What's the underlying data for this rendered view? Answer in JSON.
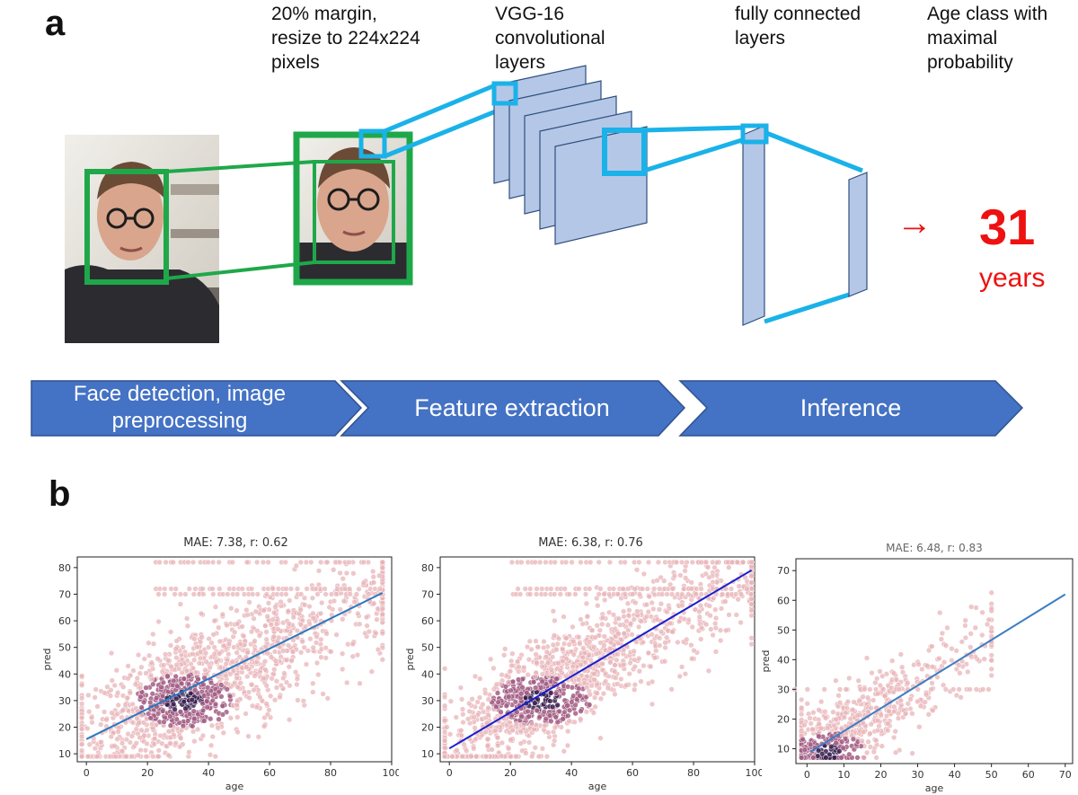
{
  "panel_a": {
    "letter": "a",
    "captions": {
      "margin": "20% margin,\nresize to 224x224\npixels",
      "vgg": "VGG-16\nconvolutional\nlayers",
      "fc": "fully connected\nlayers",
      "age": "Age class with\nmaximal\nprobability"
    },
    "result_value": "31",
    "result_unit": "years",
    "arrow": "→",
    "stages": [
      "Face detection, image\npreprocessing",
      "Feature extraction",
      "Inference"
    ],
    "colors": {
      "box_green": "#1fa84a",
      "link_cyan": "#1ab2e8",
      "layer_fill": "#b4c7e7",
      "layer_stroke": "#2f4f7f",
      "stage_fill": "#4472c4",
      "result_red": "#ee1111"
    }
  },
  "panel_b": {
    "letter": "b",
    "point_color": "#e8b4b8",
    "dense_color": "#3a1f4f",
    "line_colors": [
      "#2a78c0",
      "#1820d0",
      "#3c7dc4"
    ]
  },
  "chart_data": [
    {
      "type": "scatter",
      "title": "MAE: 7.38, r: 0.62",
      "xlabel": "age",
      "ylabel": "pred",
      "xlim": [
        -3,
        100
      ],
      "ylim": [
        7,
        84
      ],
      "xticks": [
        0,
        20,
        40,
        60,
        80,
        100
      ],
      "yticks": [
        10,
        20,
        30,
        40,
        50,
        60,
        70,
        80
      ],
      "fit_line": [
        [
          0,
          15.5
        ],
        [
          97,
          70.5
        ]
      ],
      "density_center": [
        32,
        30
      ],
      "grid": false
    },
    {
      "type": "scatter",
      "title": "MAE: 6.38, r: 0.76",
      "xlabel": "age",
      "ylabel": "pred",
      "xlim": [
        -3,
        100
      ],
      "ylim": [
        7,
        84
      ],
      "xticks": [
        0,
        20,
        40,
        60,
        80,
        100
      ],
      "yticks": [
        10,
        20,
        30,
        40,
        50,
        60,
        70,
        80
      ],
      "fit_line": [
        [
          0,
          12
        ],
        [
          99,
          79
        ]
      ],
      "density_center": [
        30,
        30
      ],
      "grid": false
    },
    {
      "type": "scatter",
      "title": "MAE: 6.48, r: 0.83",
      "xlabel": "age",
      "ylabel": "pred",
      "xlim": [
        -3,
        72
      ],
      "ylim": [
        5,
        74
      ],
      "xticks": [
        0,
        10,
        20,
        30,
        40,
        50,
        60,
        70
      ],
      "yticks": [
        10,
        20,
        30,
        40,
        50,
        60,
        70
      ],
      "fit_line": [
        [
          1,
          9
        ],
        [
          70,
          62
        ]
      ],
      "density_center": [
        6,
        9
      ],
      "grid": false
    }
  ]
}
